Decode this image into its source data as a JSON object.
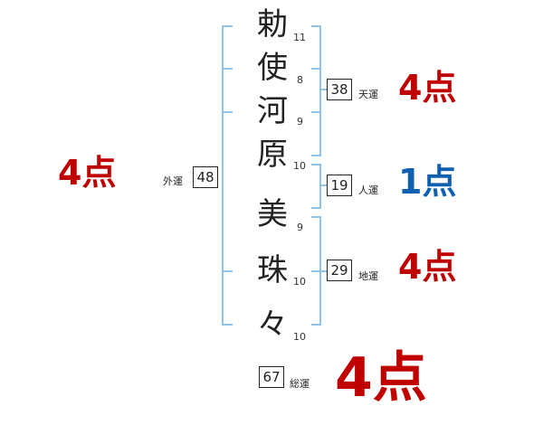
{
  "name_chars": [
    {
      "char": "勅",
      "strokes": "11"
    },
    {
      "char": "使",
      "strokes": "8"
    },
    {
      "char": "河",
      "strokes": "9"
    },
    {
      "char": "原",
      "strokes": "10"
    },
    {
      "char": "美",
      "strokes": "9"
    },
    {
      "char": "珠",
      "strokes": "10"
    },
    {
      "char": "々",
      "strokes": "10"
    }
  ],
  "fortunes": {
    "tenun": {
      "label": "天運",
      "value": "38",
      "score": "4点"
    },
    "jinun": {
      "label": "人運",
      "value": "19",
      "score": "1点"
    },
    "chiun": {
      "label": "地運",
      "value": "29",
      "score": "4点"
    },
    "gaiun": {
      "label": "外運",
      "value": "48",
      "score": "4点"
    },
    "souun": {
      "label": "総運",
      "value": "67",
      "score": "4点"
    }
  },
  "colors": {
    "good": "#c00000",
    "bad": "#1060b0",
    "bracket": "#8fc3e8"
  }
}
